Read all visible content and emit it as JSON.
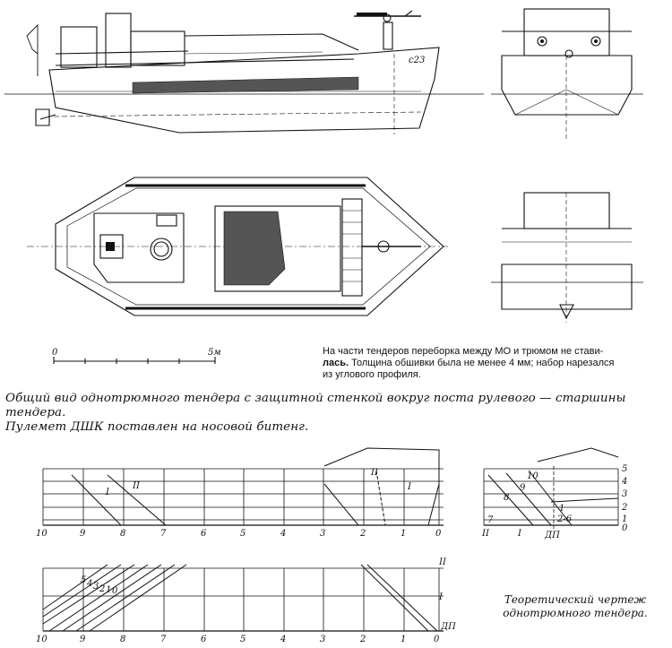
{
  "note": {
    "line1": "На части тендеров переборка между МО и трюмом не стави-",
    "line2_bold": "лась.",
    "line2_rest": " Толщина обшивки была не менее 4 мм; набор нарезался",
    "line3": "из углового профиля."
  },
  "scale": {
    "start": "0",
    "end": "5м"
  },
  "hull_number": "с23",
  "caption": {
    "line1": "Общий вид однотрюмного тендера с защитной стенкой вокруг поста рулевого — старшины тендера.",
    "line2": "Пулемет ДШК поставлен на носовой битенг."
  },
  "theoretical": {
    "line1": "Теоретический чертеж",
    "line2": "однотрюмного тендера."
  },
  "profile_view": {
    "stations": [
      "10",
      "9",
      "8",
      "7",
      "6",
      "5",
      "4",
      "3",
      "2",
      "1",
      "0"
    ],
    "section_labels": [
      "I",
      "II",
      "II",
      "I"
    ]
  },
  "plan_view": {
    "stations": [
      "10",
      "9",
      "8",
      "7",
      "6",
      "5",
      "4",
      "3",
      "2",
      "1",
      "0"
    ],
    "labels_right": [
      "II",
      "I",
      "ДП"
    ],
    "waterlines": [
      "5",
      "4",
      "3",
      "2",
      "1",
      "0"
    ]
  },
  "body_plan": {
    "waterlines": [
      "5",
      "4",
      "3",
      "2",
      "1",
      "0"
    ],
    "frame_labels": [
      "10",
      "9",
      "8",
      "1",
      "2-6",
      "7"
    ],
    "bottom_labels": [
      "II",
      "I",
      "ДП"
    ]
  }
}
